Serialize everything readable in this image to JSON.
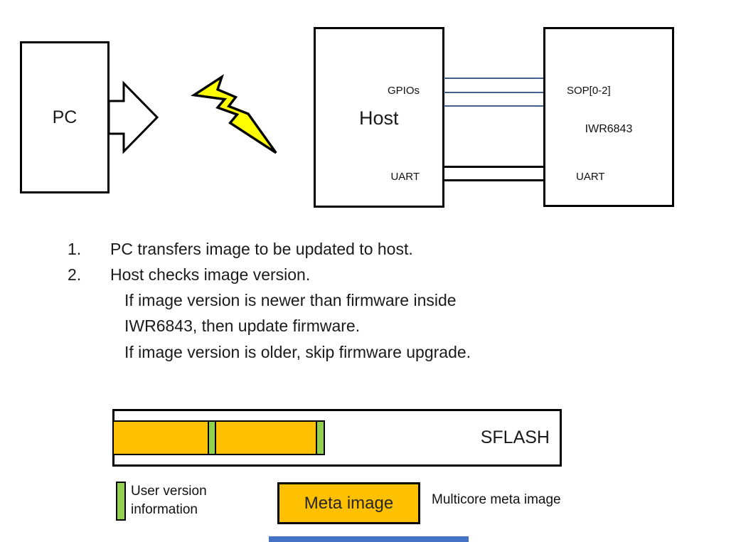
{
  "diagram": {
    "pc": {
      "label": "PC"
    },
    "transfer_arrow_icon": "block-arrow-right",
    "connection_icon": "lightning-bolt",
    "host": {
      "label": "Host",
      "gpio_port": "GPIOs",
      "uart_port": "UART"
    },
    "iwr": {
      "sop_port": "SOP[0-2]",
      "label": "IWR6843",
      "uart_port": "UART"
    }
  },
  "steps": {
    "n1": "1.",
    "t1": "PC transfers image to be updated to host.",
    "n2": "2.",
    "t2": "Host checks image version.",
    "t3": "If image version is newer than firmware inside",
    "t4": "IWR6843, then update firmware.",
    "t5": "If image version is older, skip firmware upgrade."
  },
  "sflash": {
    "label": "SFLASH"
  },
  "legend": {
    "user_version_line1": "User version",
    "user_version_line2": "information",
    "meta_image": "Meta image",
    "multicore": "Multicore meta image"
  },
  "colors": {
    "bolt_yellow": "#FFFF00",
    "block_orange": "#FFC000",
    "strip_green": "#92D050",
    "gpio_line_blue": "#44608F",
    "bottom_bar_blue": "#4472C4"
  }
}
